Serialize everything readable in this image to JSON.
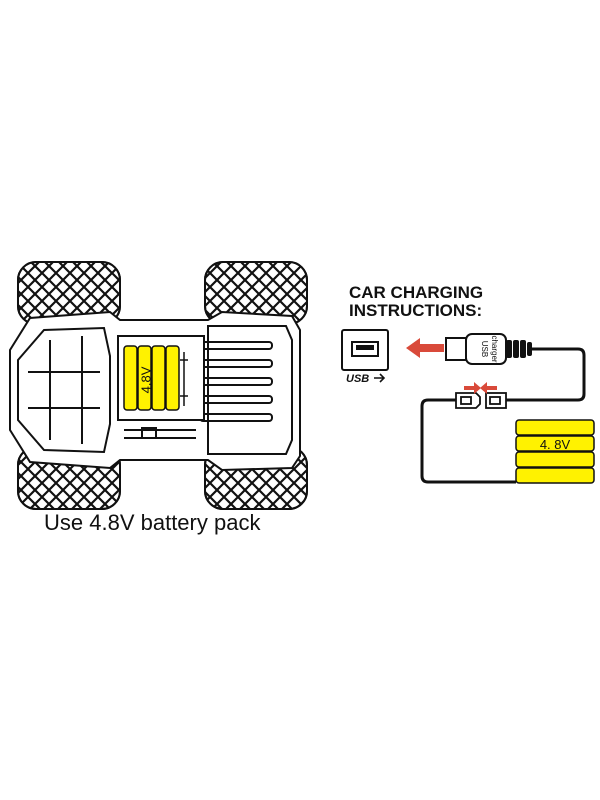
{
  "caption": "Use 4.8V battery pack",
  "charging": {
    "heading_line1": "CAR CHARGING",
    "heading_line2": "INSTRUCTIONS:",
    "usb_logo": "USB",
    "plug_text_line1": "USB",
    "plug_text_line2": "charger"
  },
  "battery": {
    "label_car": "4.8V",
    "label_pack": "4. 8V",
    "color": "#fff200"
  },
  "colors": {
    "arrow": "#d94a3a",
    "line": "#111111"
  }
}
